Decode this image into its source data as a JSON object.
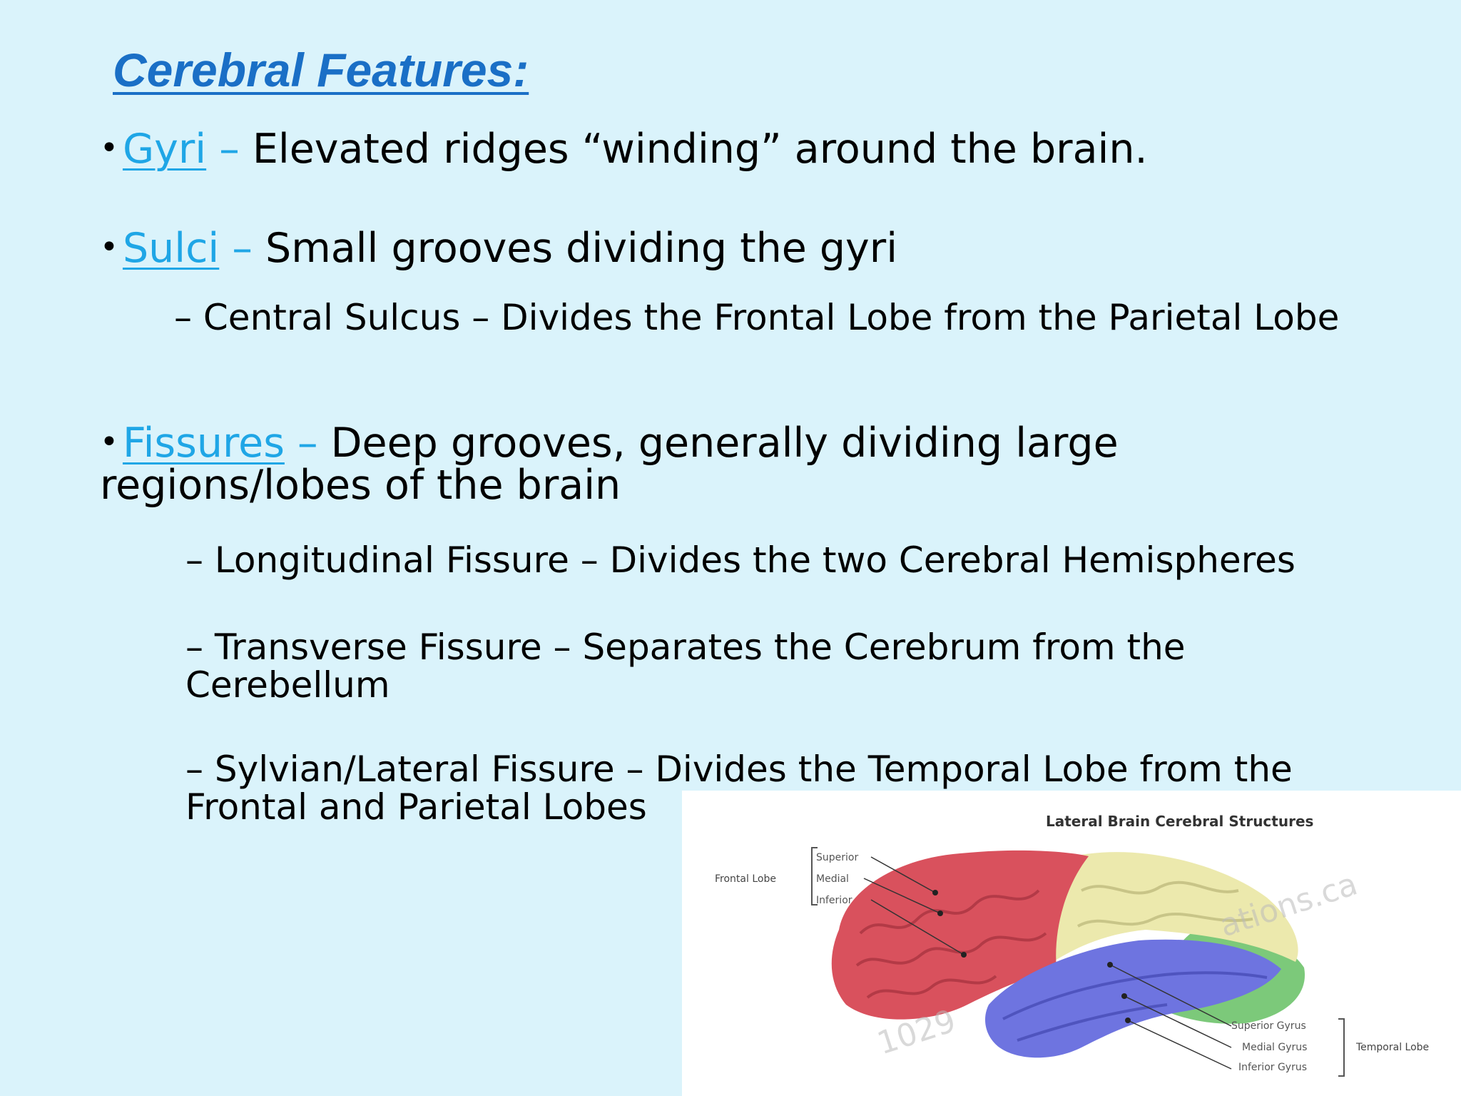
{
  "title": "Cerebral Features:",
  "bullets": {
    "gyri": {
      "dot": "•",
      "term": "Gyri",
      "dash": " – ",
      "text": "Elevated ridges “winding” around the brain."
    },
    "sulci": {
      "dot": "•",
      "term": "Sulci",
      "dash": " – ",
      "text": "Small grooves dividing the gyri"
    },
    "fissures": {
      "dot": "•",
      "term": "Fissures",
      "dash": " – ",
      "text_line1": "Deep grooves, generally dividing large",
      "text_line2": "regions/lobes of the brain"
    }
  },
  "sub_items": {
    "central_sulcus": "– Central Sulcus – Divides the Frontal Lobe from the Parietal Lobe",
    "longitudinal": "– Longitudinal Fissure – Divides the two Cerebral Hemispheres",
    "transverse_line1": "– Transverse Fissure – Separates the Cerebrum from the",
    "transverse_line2": "Cerebellum",
    "sylvian_line1": "– Sylvian/Lateral Fissure – Divides the Temporal Lobe from the",
    "sylvian_line2": "Frontal and Parietal Lobes"
  },
  "figure": {
    "title": "Lateral Brain Cerebral Structures",
    "frontal_label": "Frontal Lobe",
    "frontal_gyri": [
      "Superior",
      "Medial",
      "Inferior"
    ],
    "temporal_label": "Temporal Lobe",
    "temporal_gyri": [
      "Superior Gyrus",
      "Medial Gyrus",
      "Inferior Gyrus"
    ],
    "watermark_left": "1029",
    "watermark_right": "ations.ca",
    "colors": {
      "frontal": "#d9515d",
      "parietal": "#ece9ad",
      "temporal": "#6e74e0",
      "occipital": "#7cc97a"
    }
  }
}
